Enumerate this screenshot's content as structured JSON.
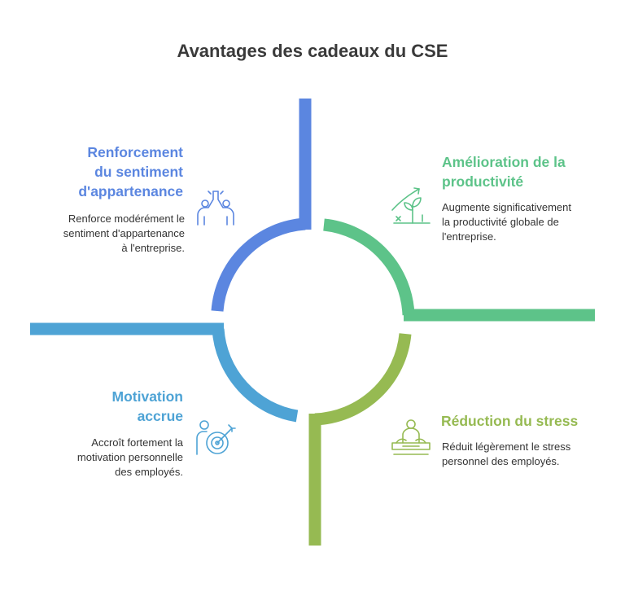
{
  "title": "Avantages des cadeaux du CSE",
  "colors": {
    "blue": "#5b86e0",
    "green": "#5dc389",
    "olive": "#96ba52",
    "lightblue": "#4ea3d5"
  },
  "quadrants": [
    {
      "id": "top-left",
      "heading": "Renforcement du sentiment d'appartenance",
      "description": "Renforce modérément le sentiment d'appartenance à l'entreprise.",
      "icon": "high-five-icon"
    },
    {
      "id": "top-right",
      "heading": "Amélioration de la productivité",
      "description": "Augmente significativement la productivité globale de l'entreprise.",
      "icon": "growth-plant-icon"
    },
    {
      "id": "bottom-left",
      "heading": "Motivation accrue",
      "description": "Accroît fortement la motivation personnelle des employés.",
      "icon": "target-person-icon"
    },
    {
      "id": "bottom-right",
      "heading": "Réduction du stress",
      "description": "Réduit légèrement le stress personnel des employés.",
      "icon": "relaxation-icon"
    }
  ]
}
